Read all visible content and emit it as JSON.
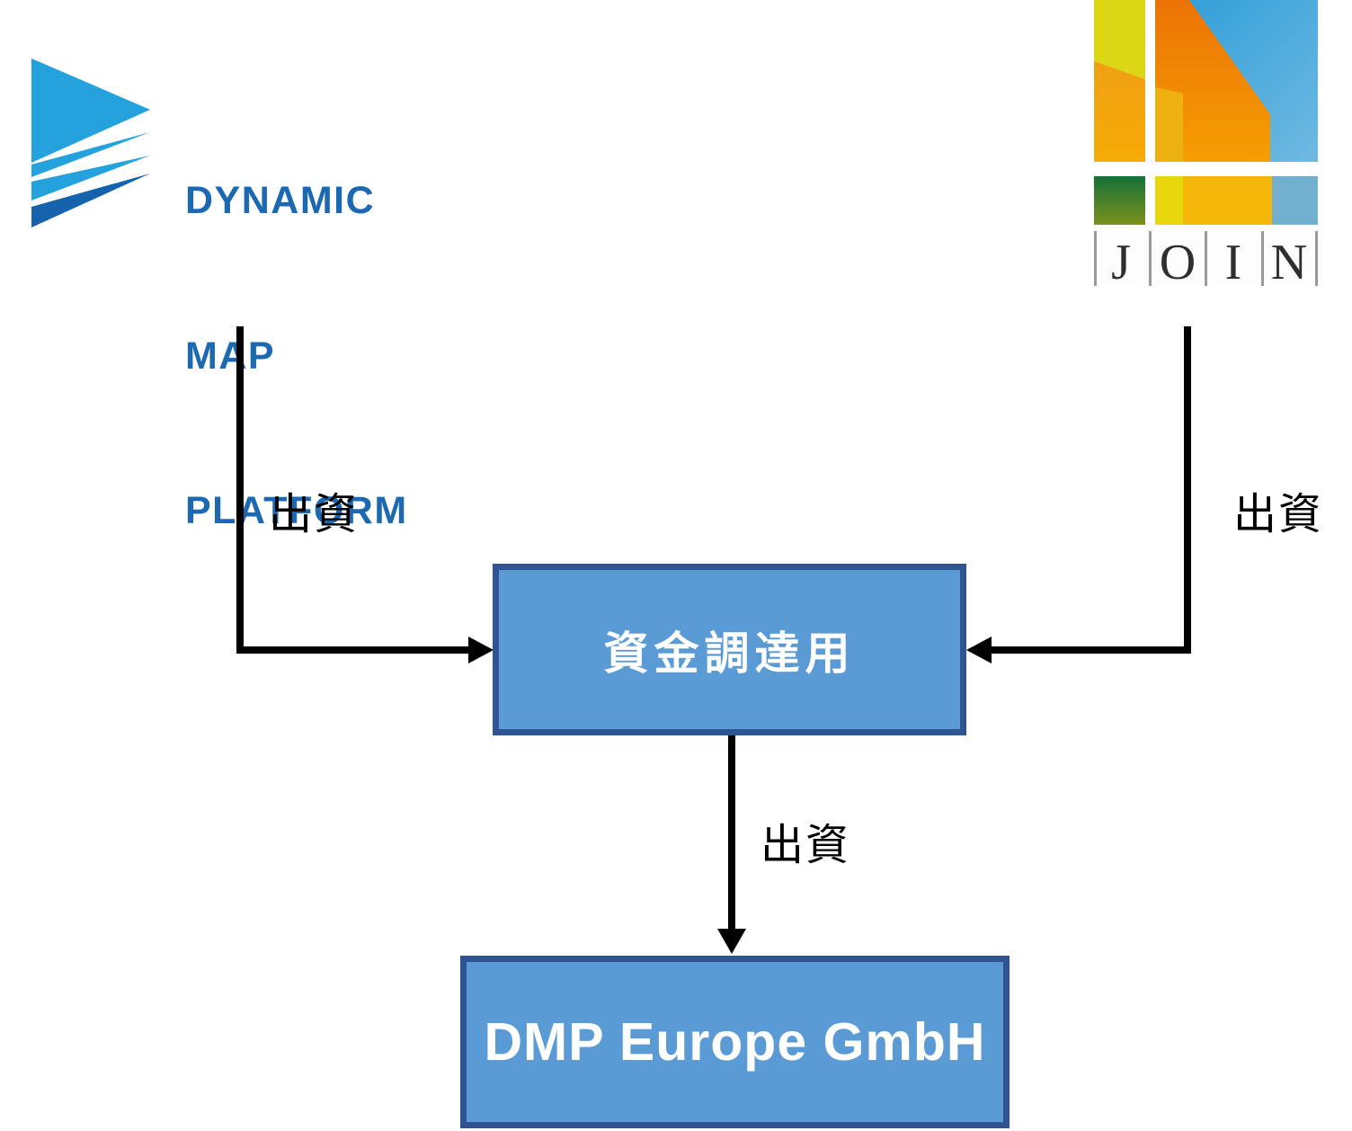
{
  "dmp_logo": {
    "company": "Dynamic Map Platform",
    "lines": [
      "DYNAMIC",
      "MAP",
      "PLATFORM"
    ],
    "text_color": "#1c69b1",
    "icon_light_blue": "#24a2dd",
    "icon_dark_blue": "#1563ac"
  },
  "join_logo": {
    "company": "JOIN",
    "letters": [
      "J",
      "O",
      "I",
      "N"
    ],
    "colors": {
      "chartreuse": "#dcd714",
      "amber": "#f3a50e",
      "blue": "#2d9ed8",
      "orange": "#ec7305",
      "green": "#15703a",
      "yellow": "#e8d70c",
      "mid_amber": "#f5b80a",
      "light_blue": "#72b0d0",
      "letter_color": "#2e2e2e",
      "divider_gray": "#999999"
    }
  },
  "arrows": {
    "left_label": "出資",
    "right_label": "出資",
    "bottom_label": "出資",
    "line_color": "#000000"
  },
  "boxes": {
    "funding": {
      "label": "資金調達用",
      "fill": "#5b9bd5",
      "border": "#2f5491"
    },
    "subsidiary": {
      "label": "DMP Europe GmbH",
      "fill": "#5b9bd5",
      "border": "#2f5491"
    }
  }
}
